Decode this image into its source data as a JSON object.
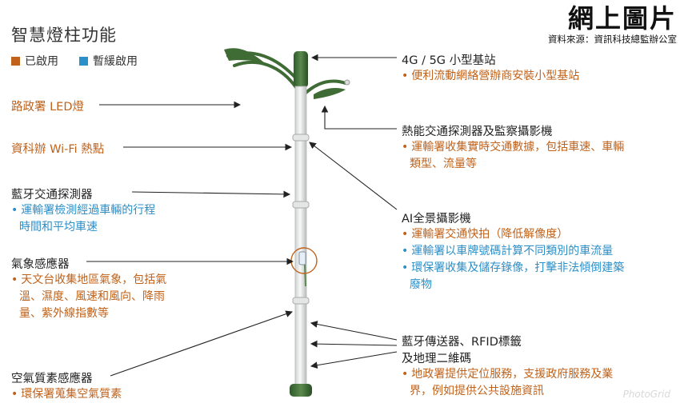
{
  "title": "智慧燈柱功能",
  "legend": [
    {
      "label": "已啟用",
      "color": "#c0621a"
    },
    {
      "label": "暫緩啟用",
      "color": "#2b8fc8"
    }
  ],
  "brand": {
    "title": "網上圖片",
    "source": "資料來源：資訊科技總監辦公室"
  },
  "left_labels": {
    "led": {
      "title": "路政署 LED燈",
      "color": "#c0621a"
    },
    "wifi": {
      "title": "資科辦 Wi-Fi 熱點",
      "color": "#c0621a"
    },
    "bluetooth": {
      "title": "藍牙交通探測器",
      "items": [
        "運輸署檢測經過車輛的行程",
        "時間和平均車速"
      ]
    },
    "weather": {
      "title": "氣象感應器",
      "items": [
        "天文台收集地區氣象，包括氣",
        "溫、濕度、風速和風向、降雨",
        "量、紫外線指數等"
      ]
    },
    "air": {
      "title": "空氣質素感應器",
      "items": [
        "環保署蒐集空氣質素"
      ]
    }
  },
  "right_labels": {
    "base_station": {
      "title": "4G / 5G 小型基站",
      "items": [
        "便利流動網絡營辦商安裝小型基站"
      ]
    },
    "thermal": {
      "title": "熱能交通探測器及監察攝影機",
      "items": [
        "運輸署收集實時交通數據，包括車速、車輛",
        "類型、流量等"
      ]
    },
    "ai_camera": {
      "title": "AI全景攝影機",
      "items": [
        {
          "text": "運輸署交通快拍（降低解像度）",
          "color": "#c0621a"
        },
        {
          "text": "運輸署以車牌號碼計算不同類別的車流量",
          "color": "#2b8fc8"
        },
        {
          "text": "環保署收集及儲存錄像，打擊非法傾倒建築",
          "color": "#2b8fc8"
        },
        {
          "text": "廢物",
          "color": "#2b8fc8"
        }
      ]
    },
    "rfid": {
      "title_lines": [
        "藍牙傳送器、RFID標籤",
        "及地理二維碼"
      ],
      "items": [
        "地政署提供定位服務，支援政府服務及業",
        "界，例如提供公共設施資訊"
      ]
    }
  },
  "watermark": "PhotoGrid"
}
